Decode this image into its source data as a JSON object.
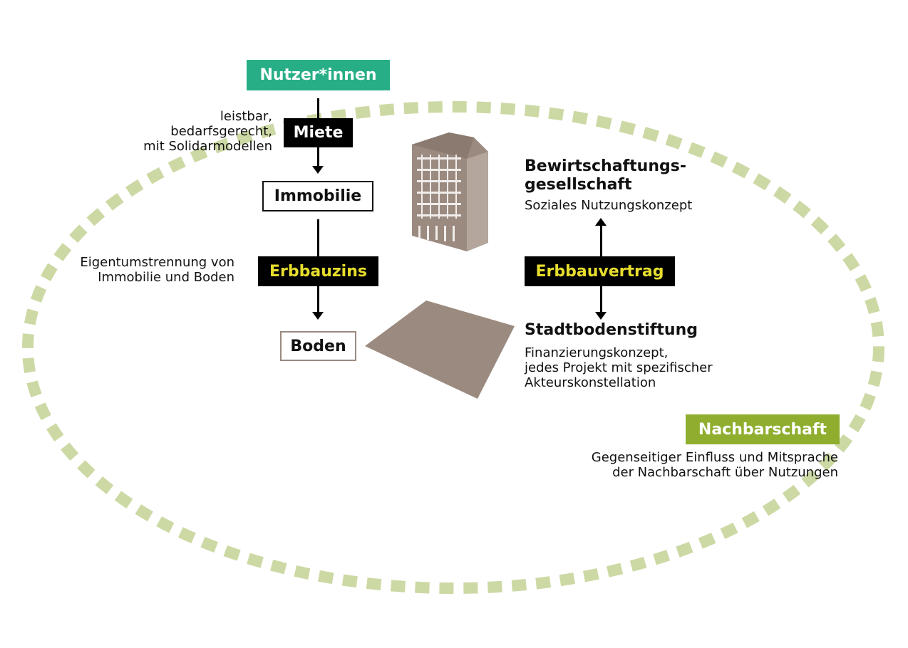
{
  "nodes": {
    "nutzer": "Nutzer*innen",
    "miete": "Miete",
    "immobilie": "Immobilie",
    "erbbauzins": "Erbbauzins",
    "boden": "Boden",
    "erbbauvertrag": "Erbbauvertrag",
    "nachbarschaft": "Nachbarschaft"
  },
  "notes": {
    "miete_lines": [
      "leistbar,",
      "bedarfsgerecht,",
      "mit Solidarmodellen"
    ],
    "erbbauzins_lines": [
      "Eigentumstrennung von",
      "Immobilie und Boden"
    ],
    "nachbarschaft_lines": [
      "Gegenseitiger Einfluss und Mitsprache",
      "der Nachbarschaft über Nutzungen"
    ]
  },
  "bewirtschaftung": {
    "title_lines": [
      "Bewirtschaftungs-",
      "gesellschaft"
    ],
    "subtitle": "Soziales Nutzungskonzept"
  },
  "stiftung": {
    "title": "Stadtbodenstiftung",
    "lines": [
      "Finanzierungskonzept,",
      "jedes Projekt mit spezifischer",
      "Akteurskonstellation"
    ]
  },
  "icons": [
    "building-icon",
    "land-plot-icon"
  ],
  "colors": {
    "green": "#27ae86",
    "black": "#000000",
    "yellow_text": "#e6dd2d",
    "olive": "#8fae2e",
    "ring": "#ccd9a4",
    "building": "#9b8a7f",
    "land": "#9b8a7f"
  }
}
